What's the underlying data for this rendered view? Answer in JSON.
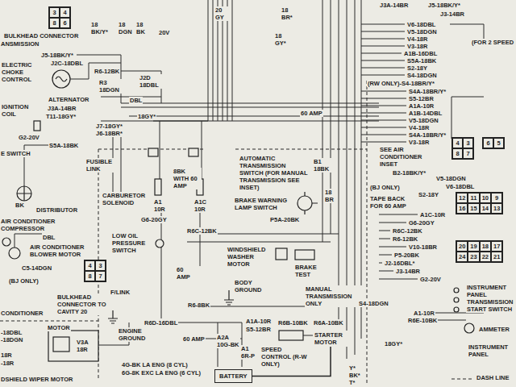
{
  "diagram": {
    "nodes": [
      {
        "text": [
          "3",
          "4",
          "8",
          "6"
        ]
      },
      {
        "text": [
          "4",
          "3",
          "8",
          "7"
        ]
      },
      {
        "text": [
          "6",
          "5"
        ]
      },
      {
        "text": [
          "12",
          "11",
          "10",
          "9",
          "16",
          "15",
          "14",
          "13"
        ]
      },
      {
        "text": [
          "20",
          "19",
          "18",
          "17",
          "24",
          "23",
          "22",
          "21"
        ]
      },
      {
        "text": [
          "4",
          "3",
          "8",
          "7"
        ]
      },
      {
        "text": [
          "BATTERY"
        ]
      },
      {
        "text": [
          "STARTER MOTOR"
        ]
      },
      {
        "text": [
          "SPEED CONTROL (R-W ONLY)"
        ]
      },
      {
        "text": [
          "BRAKE TEST"
        ]
      },
      {
        "text": [
          "WINDSHIELD WASHER MOTOR"
        ]
      },
      {
        "text": [
          "AMMETER"
        ]
      },
      {
        "text": [
          "ALTERNATOR"
        ]
      }
    ],
    "edges": [
      {
        "from": 6,
        "to": 7,
        "arrow": "none"
      }
    ],
    "labels": [
      "BULKHEAD CONNECTOR",
      "ANSMISSION",
      "18 BK/Y*",
      "18 DGN",
      "18 BK",
      "20V",
      "20 GY",
      "18 BR*",
      "18 GY*",
      "J3A-14BR",
      "J5-18BK/Y*",
      "J3-14BR",
      "V6-18DBL",
      "V5-18DGN",
      "(FOR 2 SPEED",
      "V4-18R",
      "V3-18R",
      "A1B-16DBL",
      "S5A-18BK",
      "S2-18Y",
      "S4-18DGN",
      "(RW ONLY)-S4-18BR/Y*",
      "S4A-18BR/Y*",
      "S5-12BR",
      "A1A-10R",
      "A1B-14DBL",
      "V5-18DGN",
      "V4-18R",
      "S4A-18BR/Y*",
      "V3-18R",
      "SEE AIR CONDITIONER INSET",
      "B2-18BK/Y*",
      "V5-18DGN",
      "(BJ ONLY)",
      "V6-18DBL",
      "S2-18Y",
      "TAPE BACK FOR 60 AMP",
      "A1C-10R",
      "G6-20GY",
      "R6C-12BK",
      "R6-12BK",
      "V10-18BR",
      "P5-20BK",
      "J2-16DBL*",
      "J3-14BR",
      "G2-20V",
      "INSTRUMENT PANEL TRANSMISSION START SWITCH",
      "A1-10R",
      "R6E-10BK",
      "INSTRUMENT PANEL",
      "DASH LINE",
      "J5-18BK/Y*",
      "J2C-18DBL",
      "ELECTRIC CHOKE CONTROL",
      "R6-12BK",
      "R3 18DGN",
      "J2D 18DBL",
      "DBL",
      "IGNITION COIL",
      "J3A-14BR",
      "T11-18GY*",
      "18GY*",
      "J7-18GY*",
      "J6-18BR*",
      "60 AMP",
      "G2-20V",
      "S5A-18BK",
      "E SWITCH",
      "FUSIBLE LINK",
      "8BK WITH 60 AMP",
      "AUTOMATIC TRANSMISSION SWITCH (FOR MANUAL TRANSMISSION SEE INSET)",
      "B1 18BK",
      "BRAKE WARNING LAMP SWITCH",
      "18 BR",
      "BK",
      "DISTRIBUTOR",
      "CARBURETOR SOLENOID",
      "A1 10R",
      "A1C 10R",
      "G6-20GY",
      "P5A-20BK",
      "AIR CONDITIONER COMPRESSOR",
      "R6C-12BK",
      "DBL",
      "LOW OIL PRESSURE SWITCH",
      "AIR CONDITIONER BLOWER MOTOR",
      "C5-14DGN",
      "60 AMP",
      "(BJ ONLY)",
      "F/LINK",
      "BODY GROUND",
      "MANUAL TRANSMISSION ONLY",
      "BULKHEAD CONNECTOR TO CAVITY 20",
      "R6-8BK",
      "S4-18DGN",
      "CONDITIONER",
      "R6D-16DBL",
      "A1A-10R",
      "R6B-10BK",
      "R6A-10BK",
      "MOTOR",
      "ENGINE GROUND",
      "S5-12BR",
      "-18DBL",
      "60 AMP",
      "-18DGN",
      "A2A 10G-BK",
      "V3A 18R",
      "18GY*",
      "A1 6R-P",
      "18R",
      "4G-BK LA ENG (8 CYL)",
      "-18R",
      "Y*",
      "6G-8K EXC LA ENG (6 CYL)",
      "BK*",
      "DSHIELD WIPER MOTOR",
      "T*"
    ]
  }
}
